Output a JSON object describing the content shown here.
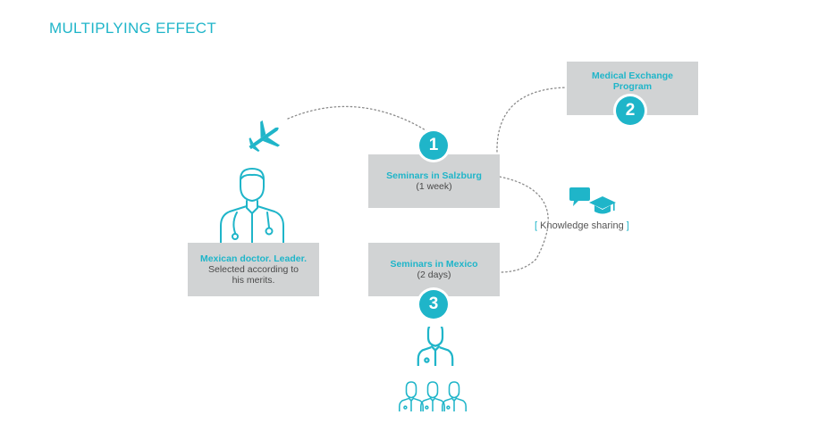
{
  "page": {
    "title": "MULTIPLYING EFFECT"
  },
  "colors": {
    "accent": "#1fb5c9",
    "box_fill": "#d1d3d4",
    "body_text": "#4a4a4a"
  },
  "nodes": {
    "exchange": {
      "title": "Medical Exchange Program",
      "badge": "2"
    },
    "salzburg": {
      "title": "Seminars in Salzburg",
      "subtitle": "(1 week)",
      "badge": "1"
    },
    "mexico": {
      "title": "Seminars in Mexico",
      "subtitle": "(2 days)",
      "badge": "3"
    },
    "doctor": {
      "title": "Mexican doctor. Leader.",
      "subtitle": "Selected according to his merits."
    }
  },
  "knowledge": {
    "open_bracket": "[",
    "label": "Knowledge sharing",
    "close_bracket": "]"
  },
  "icons": [
    "airplane-icon",
    "doctor-icon",
    "speech-bubble-icon",
    "graduation-cap-icon",
    "doctor-group-icon"
  ]
}
